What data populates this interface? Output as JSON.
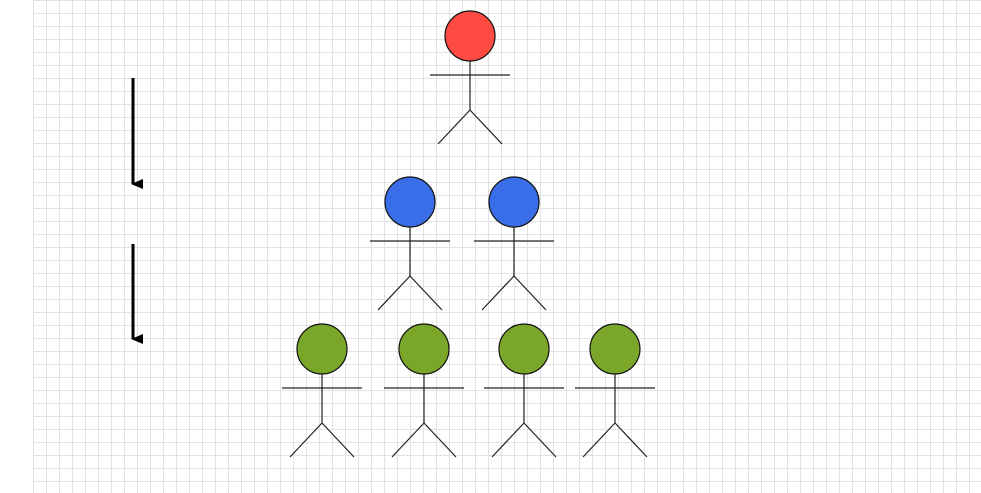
{
  "hierarchy": {
    "stages": [
      {
        "label": ""
      },
      {
        "label": ""
      },
      {
        "label": ""
      }
    ],
    "roles": [
      {
        "label": "",
        "color": "#e51c23",
        "figure_color": "#ff4a44",
        "count": 1
      },
      {
        "label": "",
        "color": "#4a63c9",
        "figure_color": "#3a6ee8",
        "count": 2
      },
      {
        "label": "",
        "color": "#7ba128",
        "figure_color": "#7aa62a",
        "count": 4
      }
    ]
  },
  "watermark": ""
}
